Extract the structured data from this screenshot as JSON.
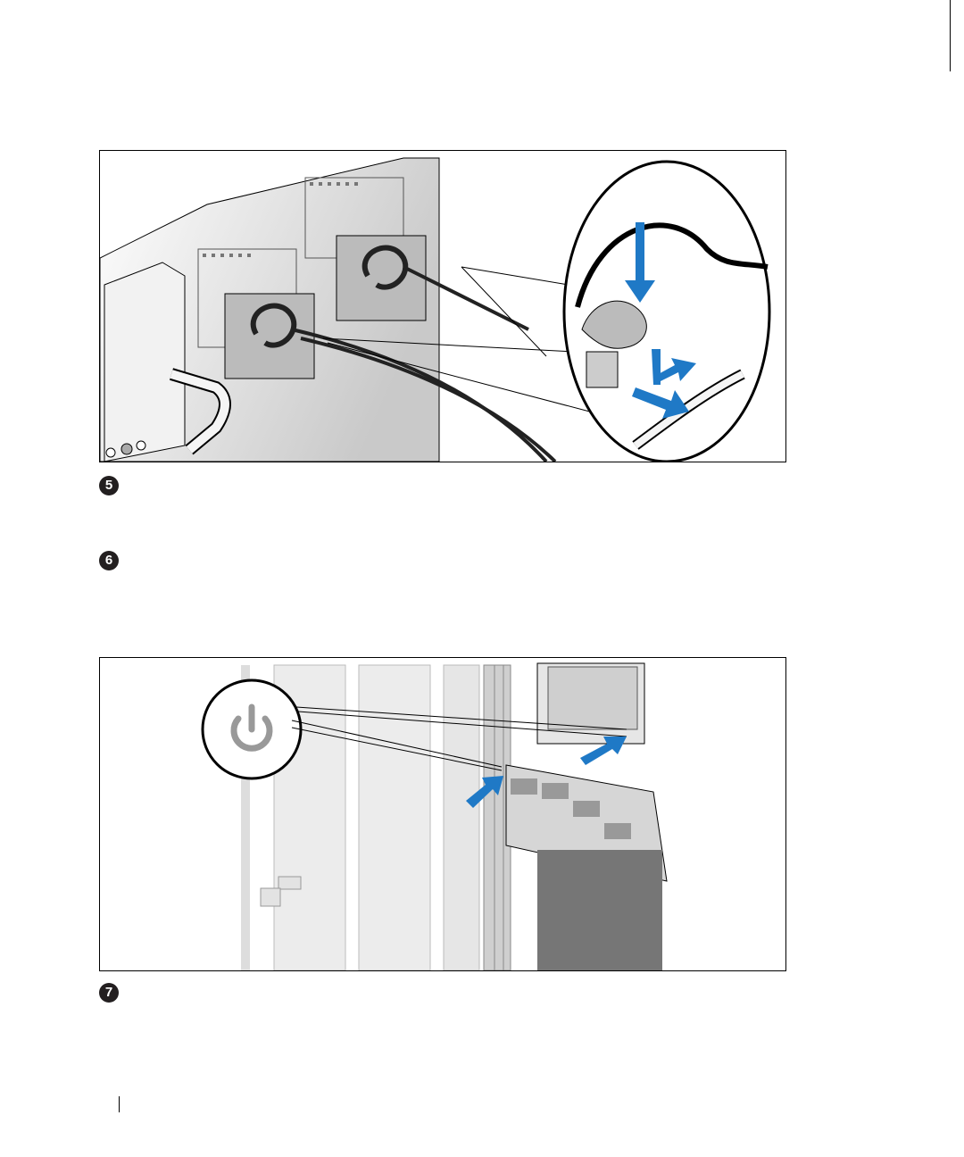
{
  "steps": [
    "5",
    "6",
    "7"
  ],
  "icons": {
    "figure1": "power-cable-strain-relief-illustration",
    "figure2": "rack-server-power-button-illustration",
    "power": "power-icon"
  },
  "colors": {
    "arrow": "#1f79c6",
    "outline": "#000000"
  }
}
